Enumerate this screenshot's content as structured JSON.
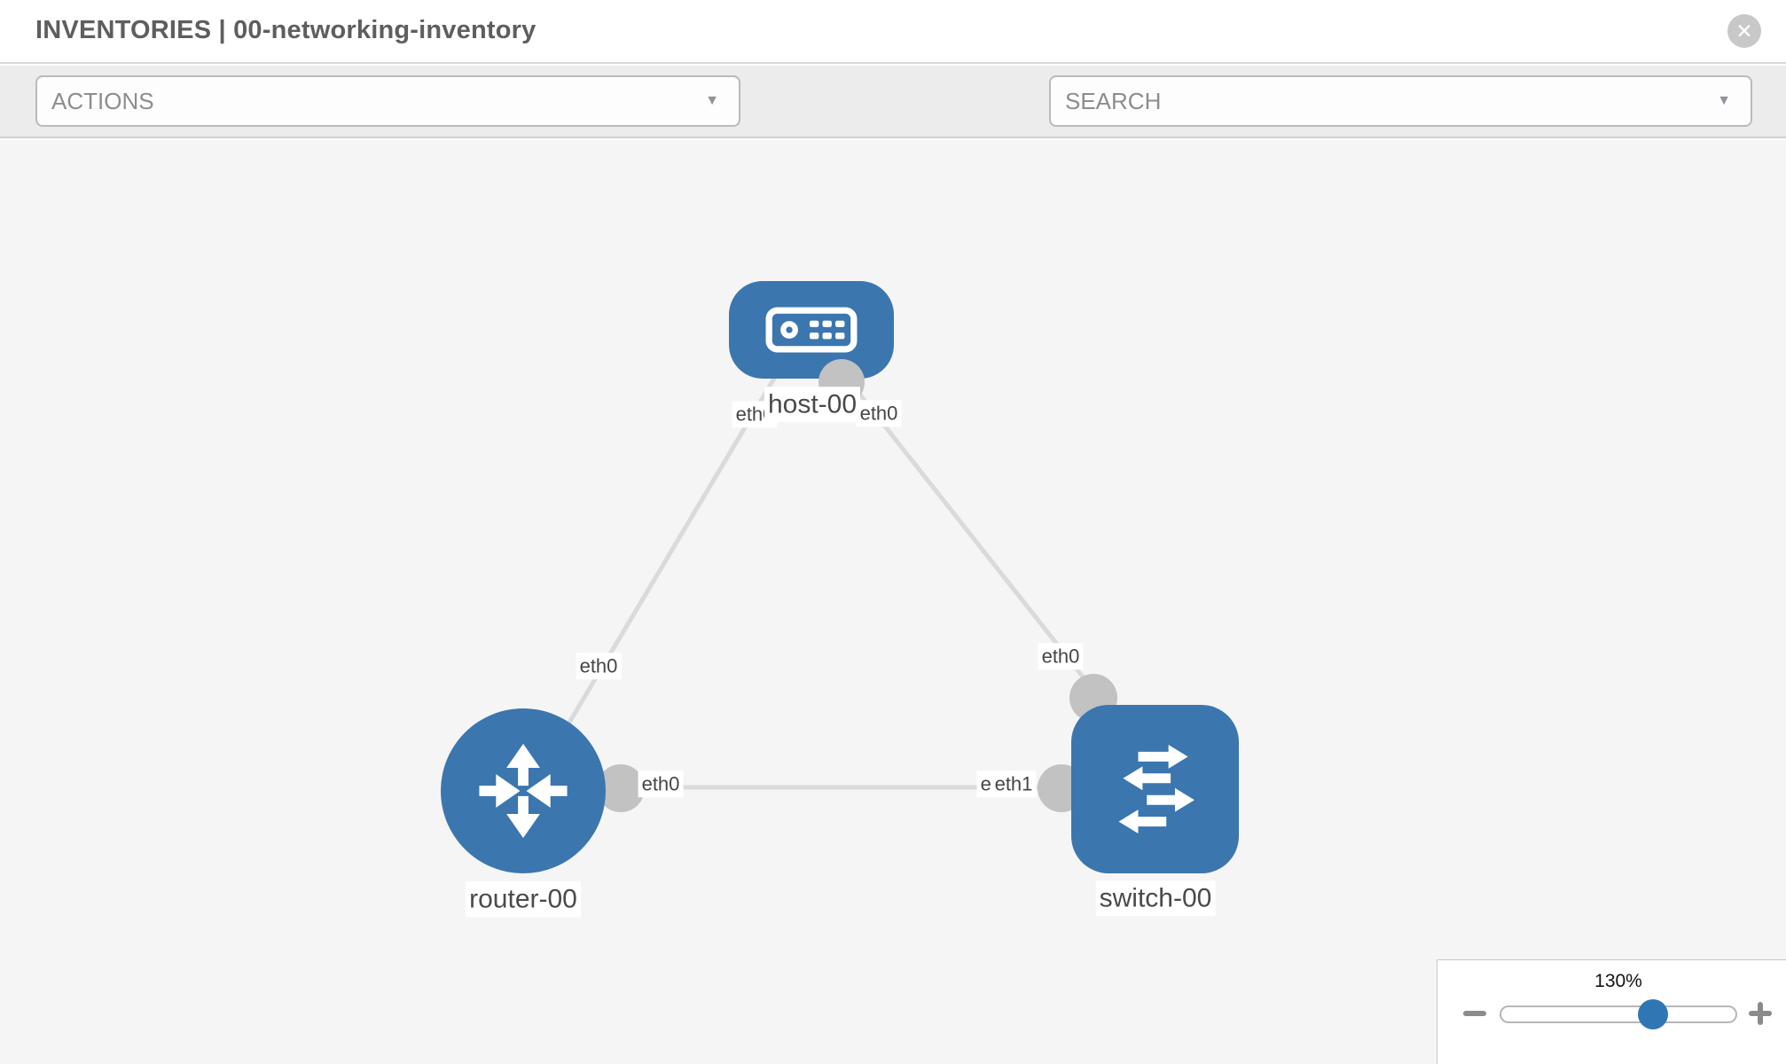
{
  "header": {
    "title": "INVENTORIES | 00-networking-inventory"
  },
  "toolbar": {
    "actions_label": "ACTIONS",
    "search_label": "SEARCH"
  },
  "icons": {
    "close_glyph": "✕",
    "caret_glyph": "▼",
    "wrench": "wrench-icon",
    "key": "key-icon",
    "minus": "minus-icon",
    "plus": "plus-icon"
  },
  "topology": {
    "nodes": [
      {
        "label": "host-00",
        "type": "host"
      },
      {
        "label": "router-00",
        "type": "router"
      },
      {
        "label": "switch-00",
        "type": "switch"
      }
    ],
    "iface_labels": [
      "eth0",
      "eth0",
      "eth0",
      "eth0",
      "eth0",
      "eth0",
      "eth1"
    ],
    "links": [
      {
        "from": "host-00",
        "from_iface": "eth0",
        "to": "router-00",
        "to_iface": "eth0"
      },
      {
        "from": "host-00",
        "from_iface": "eth0",
        "to": "switch-00",
        "to_iface": "eth0"
      },
      {
        "from": "router-00",
        "from_iface": "eth0",
        "to": "switch-00",
        "to_iface": "eth1"
      }
    ]
  },
  "zoom_panel": {
    "level": "130%"
  },
  "colors": {
    "node_blue": "#3b76af",
    "port_gray": "#c2c2c2",
    "link_gray": "#dadada",
    "thumb_blue": "#2f77b4",
    "canvas_bg": "#f5f5f5"
  }
}
